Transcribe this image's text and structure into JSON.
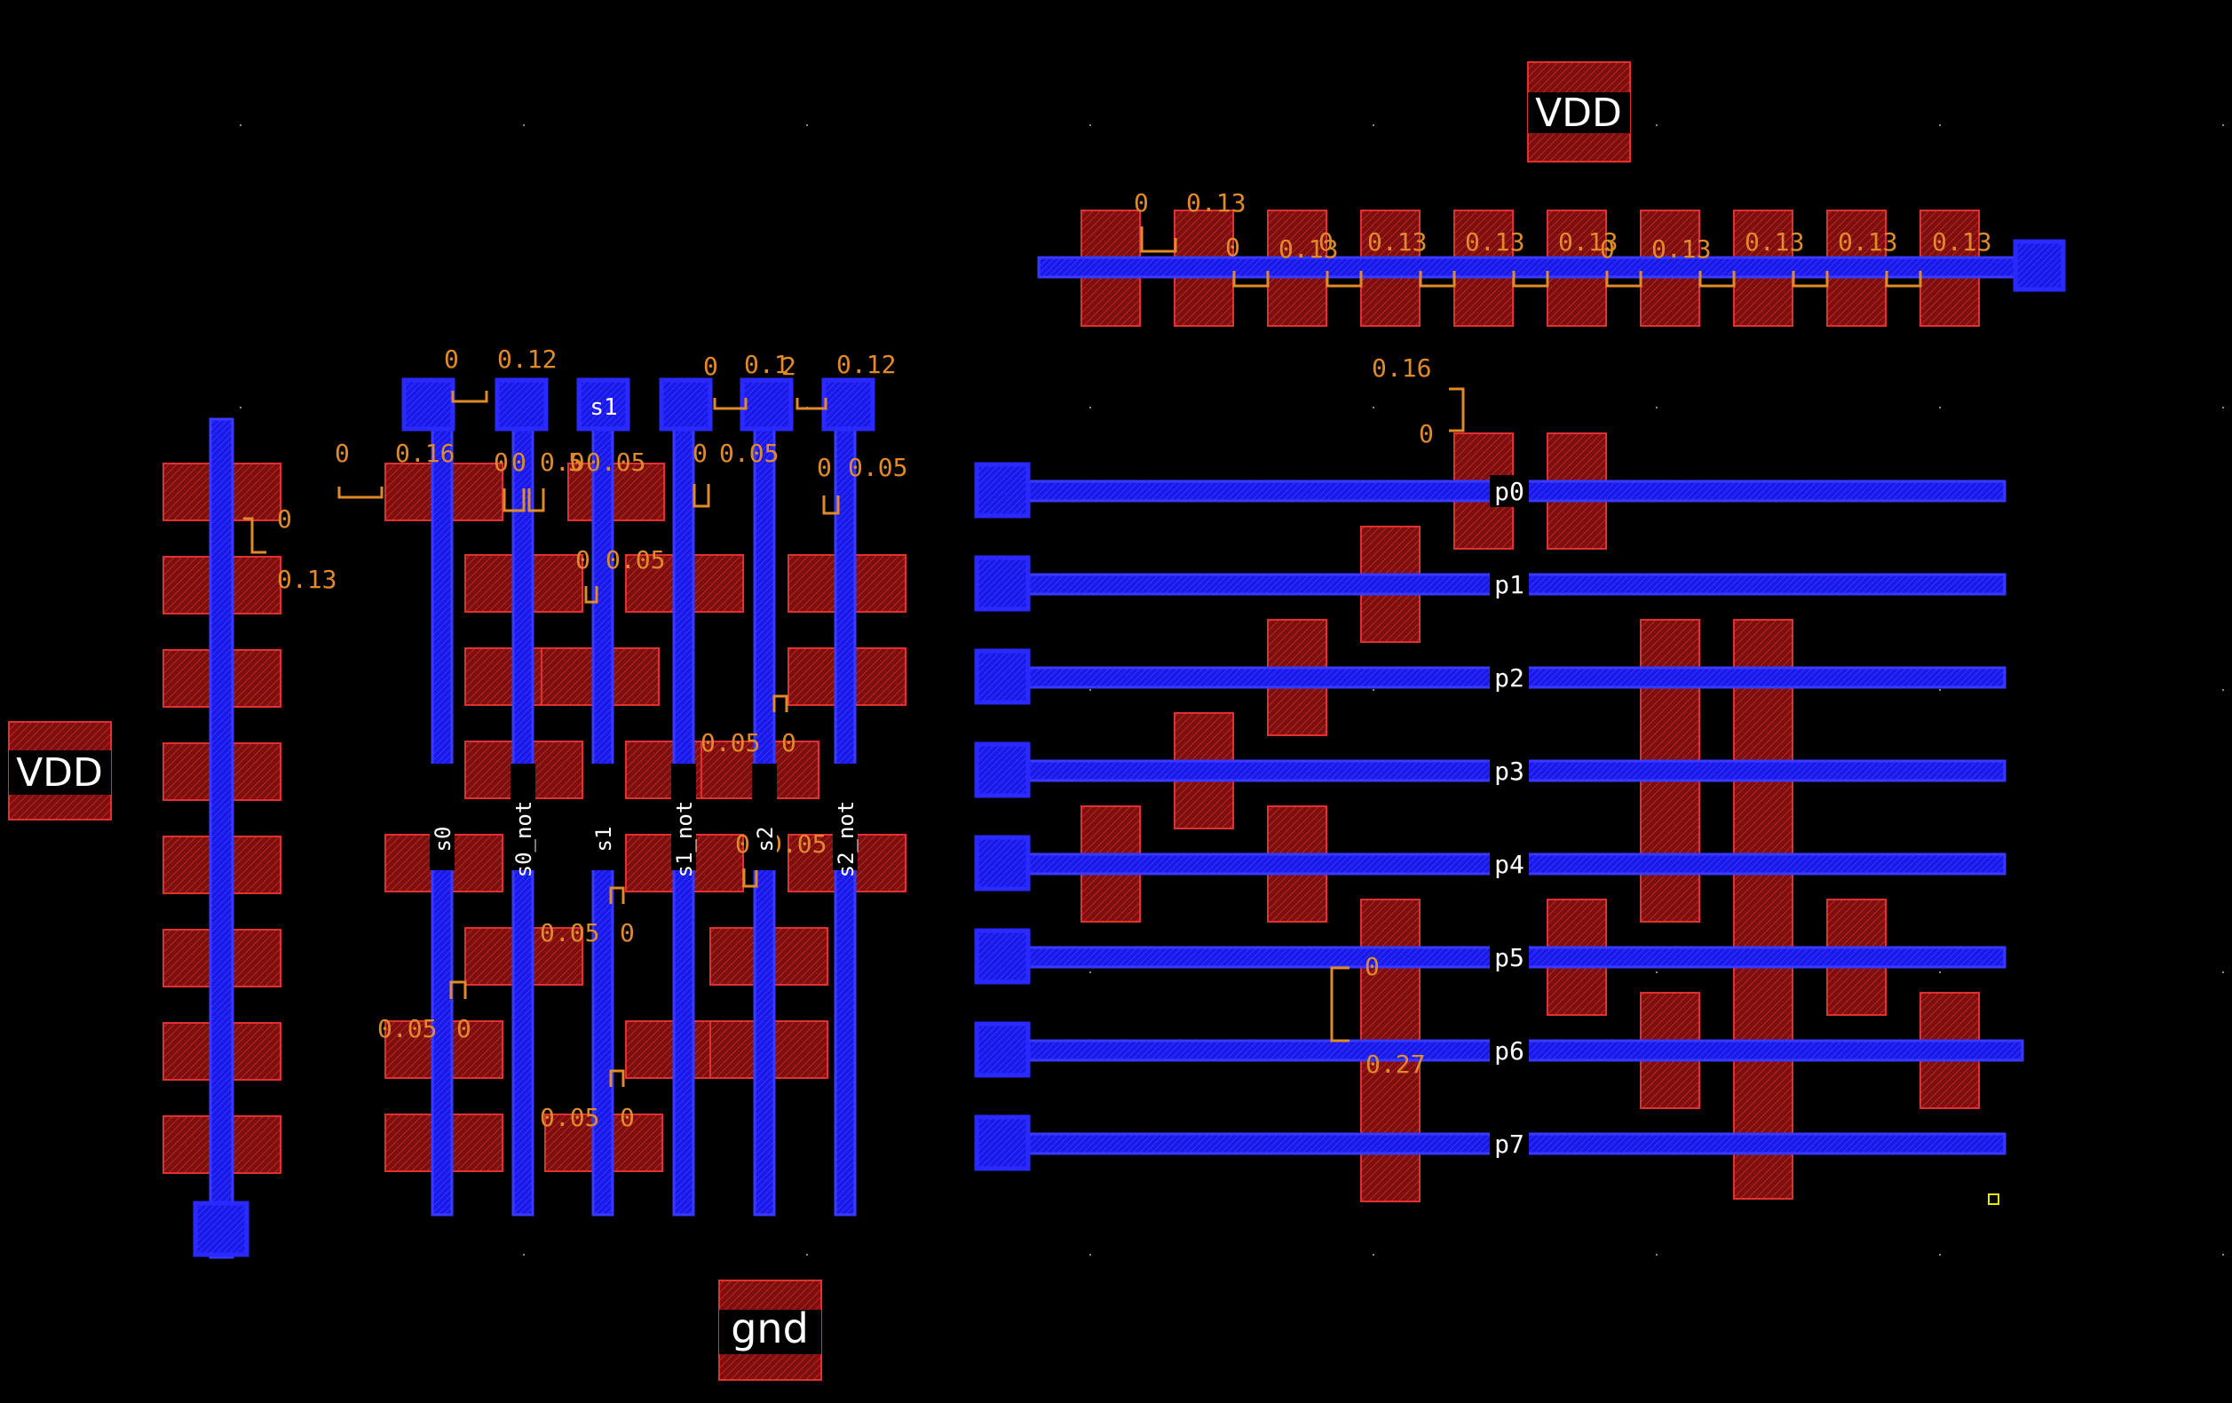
{
  "pins": {
    "vdd_top": "VDD",
    "vdd_left": "VDD",
    "gnd": "gnd"
  },
  "decoder_lines": [
    "p0",
    "p1",
    "p2",
    "p3",
    "p4",
    "p5",
    "p6",
    "p7"
  ],
  "select_lines": [
    "s0",
    "s0_not",
    "s1",
    "s1_not",
    "s2",
    "s2_not"
  ],
  "select_top_label": "s1",
  "annotations": {
    "top_row": [
      "0",
      "0.13",
      "0",
      "0.13",
      "0",
      "0.13",
      "0.13",
      "0.13",
      "0",
      "0.13",
      "0.13",
      "0.13",
      "0.13"
    ],
    "top_row_text": [
      "0",
      "0.13",
      "0",
      "0.13",
      "0",
      "0.13",
      "0.13",
      "0.13",
      "0",
      "0.13",
      "0.13",
      "0.13",
      "0.13"
    ],
    "gate_col": [
      "0",
      "0.12",
      "0",
      "0.12",
      "0.12"
    ],
    "mid": [
      "0",
      "0.16",
      "0",
      "0",
      "0.05",
      "0.05",
      "0",
      "0.05",
      "0",
      "0.05"
    ],
    "vert": [
      "0",
      "0.13",
      "0.16",
      "0",
      "0",
      "0.27"
    ],
    "inner": [
      "0",
      "0.05",
      "0.05",
      "0",
      "0",
      "0.05",
      "0.05",
      "0",
      "0.05",
      "0",
      "0.05",
      "0"
    ]
  },
  "colors": {
    "background": "#000000",
    "metal": "#1515f0",
    "metal_edge": "#3a3aff",
    "poly": "#b01a1a",
    "poly_edge": "#e03030",
    "annotation": "#e08a2a",
    "label_text": "#ffffff",
    "marker": "#e8e800"
  }
}
